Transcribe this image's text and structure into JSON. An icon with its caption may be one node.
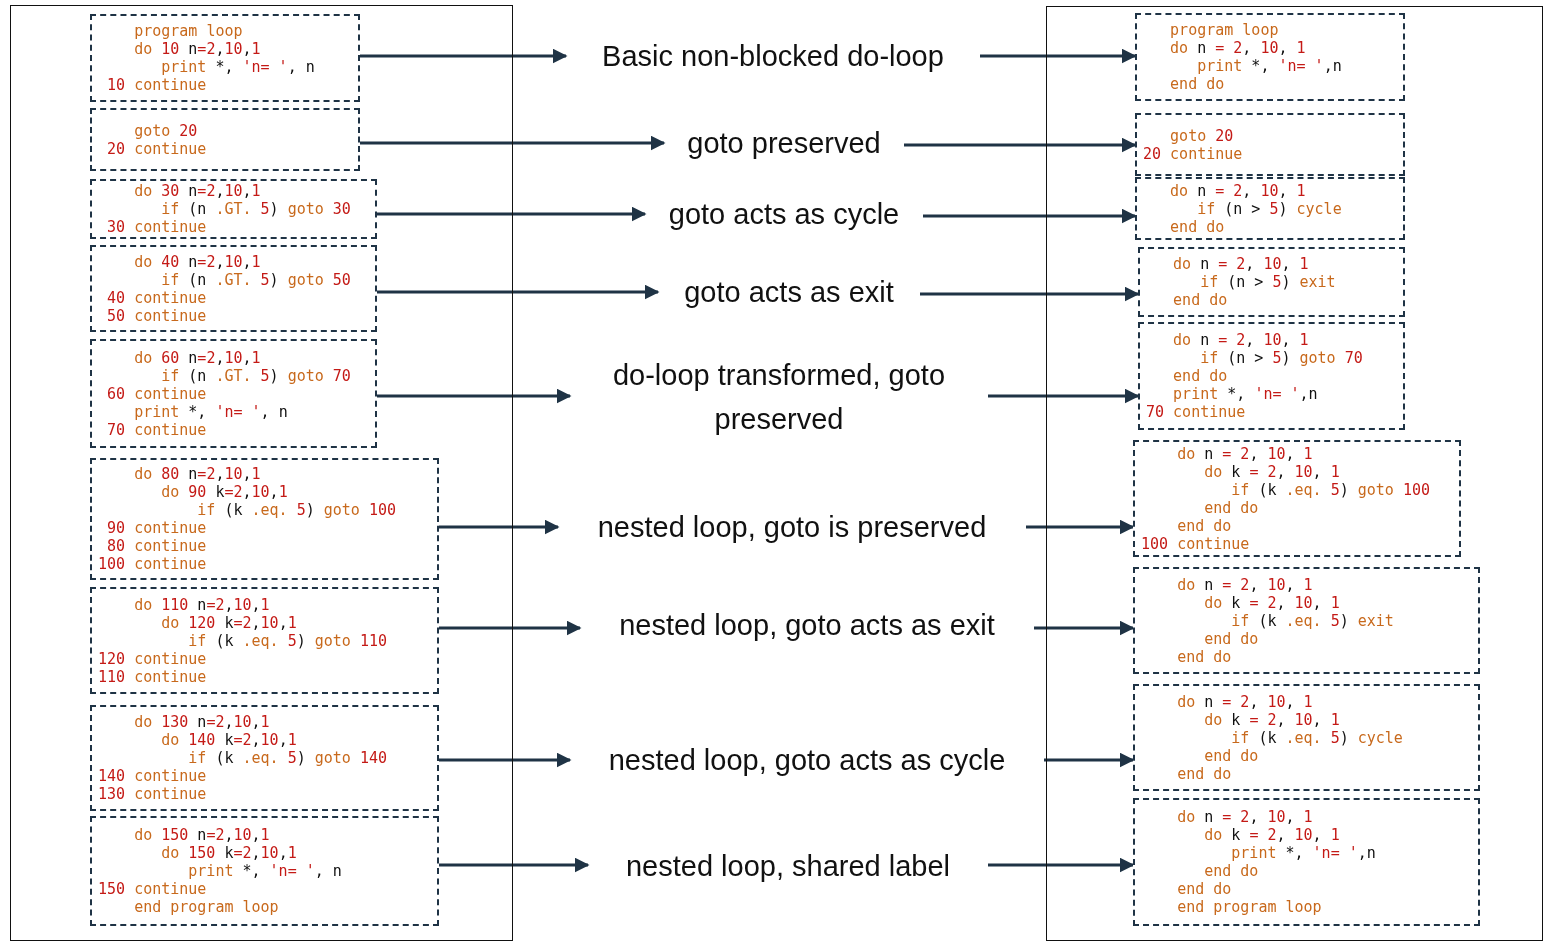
{
  "diagram": {
    "nodes": [
      {
        "text": [],
        "shape": "box"
      },
      {
        "text": [
          "    program loop",
          "    do 10 n=2,10,1",
          "       print *, 'n= ', n",
          " 10 continue"
        ],
        "in": 0
      },
      {
        "text": [
          "    goto 20",
          " 20 continue"
        ],
        "in": 0
      },
      {
        "text": [
          "    do 30 n=2,10,1",
          "       if (n .GT. 5) goto 30",
          " 30 continue"
        ],
        "in": 0
      },
      {
        "text": [
          "    do 40 n=2,10,1",
          "       if (n .GT. 5) goto 50",
          " 40 continue",
          " 50 continue"
        ],
        "in": 0
      },
      {
        "text": [
          "    do 60 n=2,10,1",
          "       if (n .GT. 5) goto 70",
          " 60 continue",
          "    print *, 'n= ', n",
          " 70 continue"
        ],
        "in": 0
      },
      {
        "text": [
          "    do 80 n=2,10,1",
          "       do 90 k=2,10,1",
          "           if (k .eq. 5) goto 100",
          " 90 continue",
          " 80 continue",
          "100 continue"
        ],
        "in": 0
      },
      {
        "text": [
          "    do 110 n=2,10,1",
          "       do 120 k=2,10,1",
          "          if (k .eq. 5) goto 110",
          "120 continue",
          "110 continue"
        ],
        "in": 0
      },
      {
        "text": [
          "    do 130 n=2,10,1",
          "       do 140 k=2,10,1",
          "          if (k .eq. 5) goto 140",
          "140 continue",
          "130 continue"
        ],
        "in": 0
      },
      {
        "text": [
          "    do 150 n=2,10,1",
          "       do 150 k=2,10,1",
          "          print *, 'n= ', n",
          "150 continue",
          "    end program loop"
        ],
        "in": 0
      },
      {
        "text": [],
        "shape": "box"
      },
      {
        "text": [
          "   program loop",
          "   do n = 2, 10, 1",
          "      print *, 'n= ',n",
          "   end do"
        ],
        "in": 10
      },
      {
        "text": [
          "   goto 20",
          "20 continue"
        ],
        "in": 10
      },
      {
        "text": [
          "   do n = 2, 10, 1",
          "      if (n > 5) cycle",
          "   end do"
        ],
        "in": 10
      },
      {
        "text": [
          "   do n = 2, 10, 1",
          "      if (n > 5) exit",
          "   end do"
        ],
        "in": 10
      },
      {
        "text": [
          "   do n = 2, 10, 1",
          "      if (n > 5) goto 70",
          "   end do",
          "   print *, 'n= ',n",
          "70 continue"
        ],
        "in": 10
      },
      {
        "text": [
          "    do n = 2, 10, 1",
          "       do k = 2, 10, 1",
          "          if (k .eq. 5) goto 100",
          "       end do",
          "    end do",
          "100 continue"
        ],
        "in": 10
      },
      {
        "text": [
          "    do n = 2, 10, 1",
          "       do k = 2, 10, 1",
          "          if (k .eq. 5) exit",
          "       end do",
          "    end do"
        ],
        "in": 10
      },
      {
        "text": [
          "    do n = 2, 10, 1",
          "       do k = 2, 10, 1",
          "          if (k .eq. 5) cycle",
          "       end do",
          "    end do"
        ],
        "in": 10
      },
      {
        "text": [
          "    do n = 2, 10, 1",
          "       do k = 2, 10, 1",
          "          print *, 'n= ',n",
          "       end do",
          "    end do",
          "    end program loop"
        ],
        "in": 10
      },
      {
        "text": [
          "Basic non-blocked do-loop"
        ]
      },
      {
        "text": [
          "goto preserved"
        ]
      },
      {
        "text": [
          "goto acts as cycle"
        ]
      },
      {
        "text": [
          "goto acts as exit"
        ]
      },
      {
        "text": [
          "do-loop transformed, goto preserved"
        ]
      },
      {
        "text": [
          "nested loop, goto is preserved"
        ]
      },
      {
        "text": [
          "nested loop, goto acts as exit"
        ]
      },
      {
        "text": [
          "nested loop, goto acts as cycle"
        ]
      },
      {
        "text": [
          "nested loop, shared label"
        ]
      }
    ],
    "edges": [
      {
        "from": 1,
        "to": 20,
        "arrow": "to"
      },
      {
        "from": 20,
        "to": 11,
        "arrow": "to"
      },
      {
        "from": 2,
        "to": 21,
        "arrow": "to"
      },
      {
        "from": 21,
        "to": 12,
        "arrow": "to"
      },
      {
        "from": 3,
        "to": 22,
        "arrow": "to"
      },
      {
        "from": 22,
        "to": 13,
        "arrow": "to"
      },
      {
        "from": 4,
        "to": 23,
        "arrow": "to"
      },
      {
        "from": 23,
        "to": 14,
        "arrow": "to"
      },
      {
        "from": 5,
        "to": 24,
        "arrow": "to"
      },
      {
        "from": 24,
        "to": 15,
        "arrow": "to"
      },
      {
        "from": 6,
        "to": 25,
        "arrow": "to"
      },
      {
        "from": 25,
        "to": 16,
        "arrow": "to"
      },
      {
        "from": 7,
        "to": 26,
        "arrow": "to"
      },
      {
        "from": 26,
        "to": 17,
        "arrow": "to"
      },
      {
        "from": 8,
        "to": 27,
        "arrow": "to"
      },
      {
        "from": 27,
        "to": 18,
        "arrow": "to"
      },
      {
        "from": 9,
        "to": 28,
        "arrow": "to"
      },
      {
        "from": 28,
        "to": 19,
        "arrow": "to"
      }
    ]
  }
}
